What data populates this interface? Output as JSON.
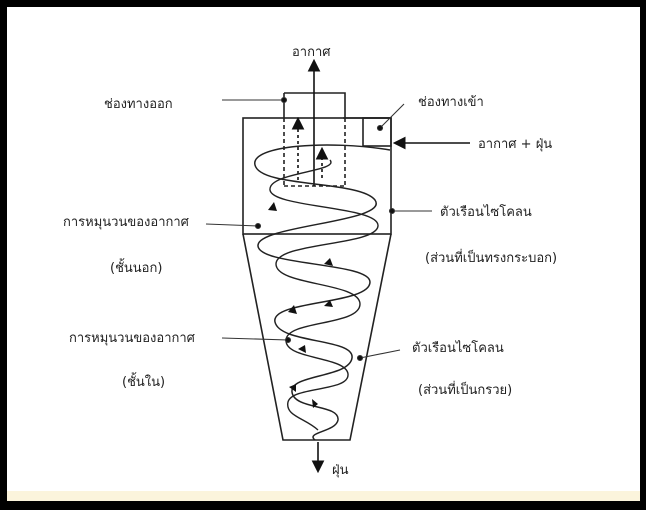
{
  "labels": {
    "air_out_top": "อากาศ",
    "outlet": "ช่องทางออก",
    "inlet": "ช่องทางเข้า",
    "air_dust_in": "อากาศ + ฝุ่น",
    "outer_vortex_1": "การหมุนวนของอากาศ",
    "outer_vortex_2": "(ชั้นนอก)",
    "cylinder_body_1": "ตัวเรือนไซโคลน",
    "cylinder_body_2": "(ส่วนที่เป็นทรงกระบอก)",
    "inner_vortex_1": "การหมุนวนของอากาศ",
    "inner_vortex_2": "(ชั้นใน)",
    "cone_body_1": "ตัวเรือนไซโคลน",
    "cone_body_2": "(ส่วนที่เป็นกรวย)",
    "dust_out": "ฝุ่น"
  }
}
